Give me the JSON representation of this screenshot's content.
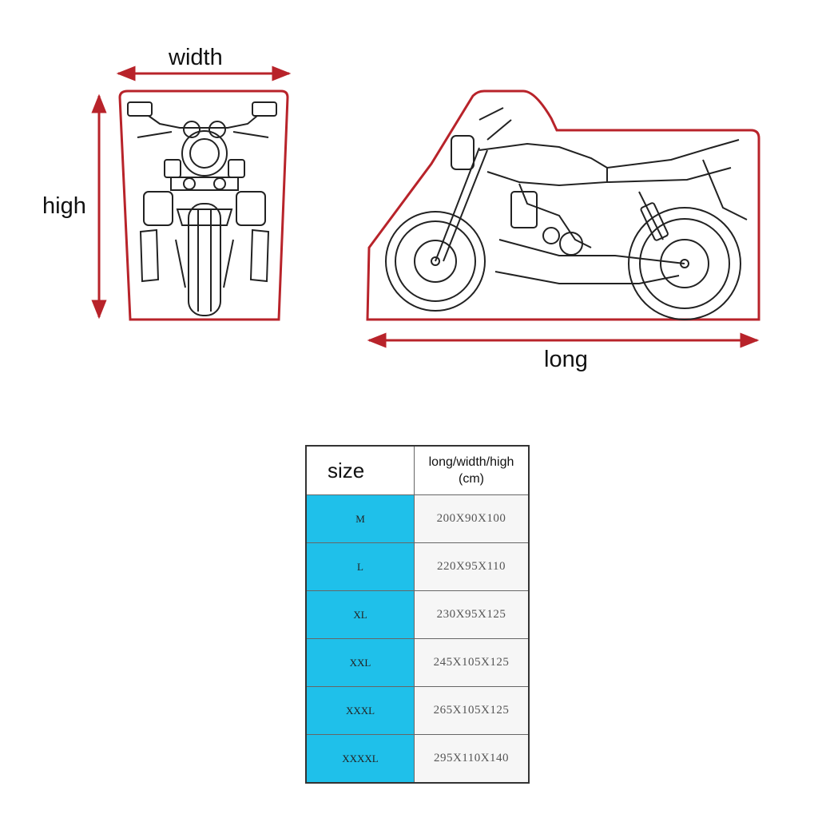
{
  "labels": {
    "width": "width",
    "high": "high",
    "long": "long"
  },
  "colors": {
    "outline": "#b8232a",
    "line": "#222222",
    "size_cell": "#1fc0ea",
    "dims_cell": "#f6f6f6"
  },
  "icons": {
    "front_view": "motorcycle-front-icon",
    "side_view": "motorcycle-side-icon"
  },
  "table": {
    "header_size": "size",
    "header_dims_line1": "long/width/high",
    "header_dims_line2": "(cm)",
    "rows": [
      {
        "size": "M",
        "dims": "200X90X100"
      },
      {
        "size": "L",
        "dims": "220X95X110"
      },
      {
        "size": "XL",
        "dims": "230X95X125"
      },
      {
        "size": "XXL",
        "dims": "245X105X125"
      },
      {
        "size": "XXXL",
        "dims": "265X105X125"
      },
      {
        "size": "XXXXL",
        "dims": "295X110X140"
      }
    ]
  }
}
